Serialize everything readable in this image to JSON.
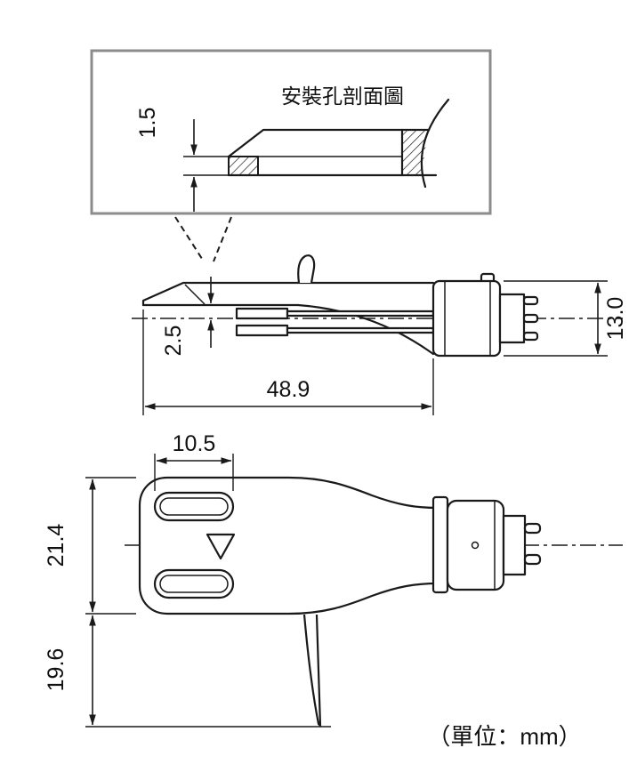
{
  "inset": {
    "title": "安裝孔剖面圖",
    "dims": {
      "flange_thickness": "1.5"
    }
  },
  "side_view": {
    "dims": {
      "stylus_offset": "2.5",
      "overall_length": "48.9",
      "connector_diameter": "13.0"
    }
  },
  "bottom_view": {
    "dims": {
      "slot_length": "10.5",
      "body_width": "21.4",
      "finger_lift_length": "19.6"
    }
  },
  "footer": {
    "unit_note": "（單位：mm）"
  },
  "colors": {
    "line": "#1a1a1a",
    "inset_border": "#8c8c8c",
    "background": "#ffffff"
  }
}
